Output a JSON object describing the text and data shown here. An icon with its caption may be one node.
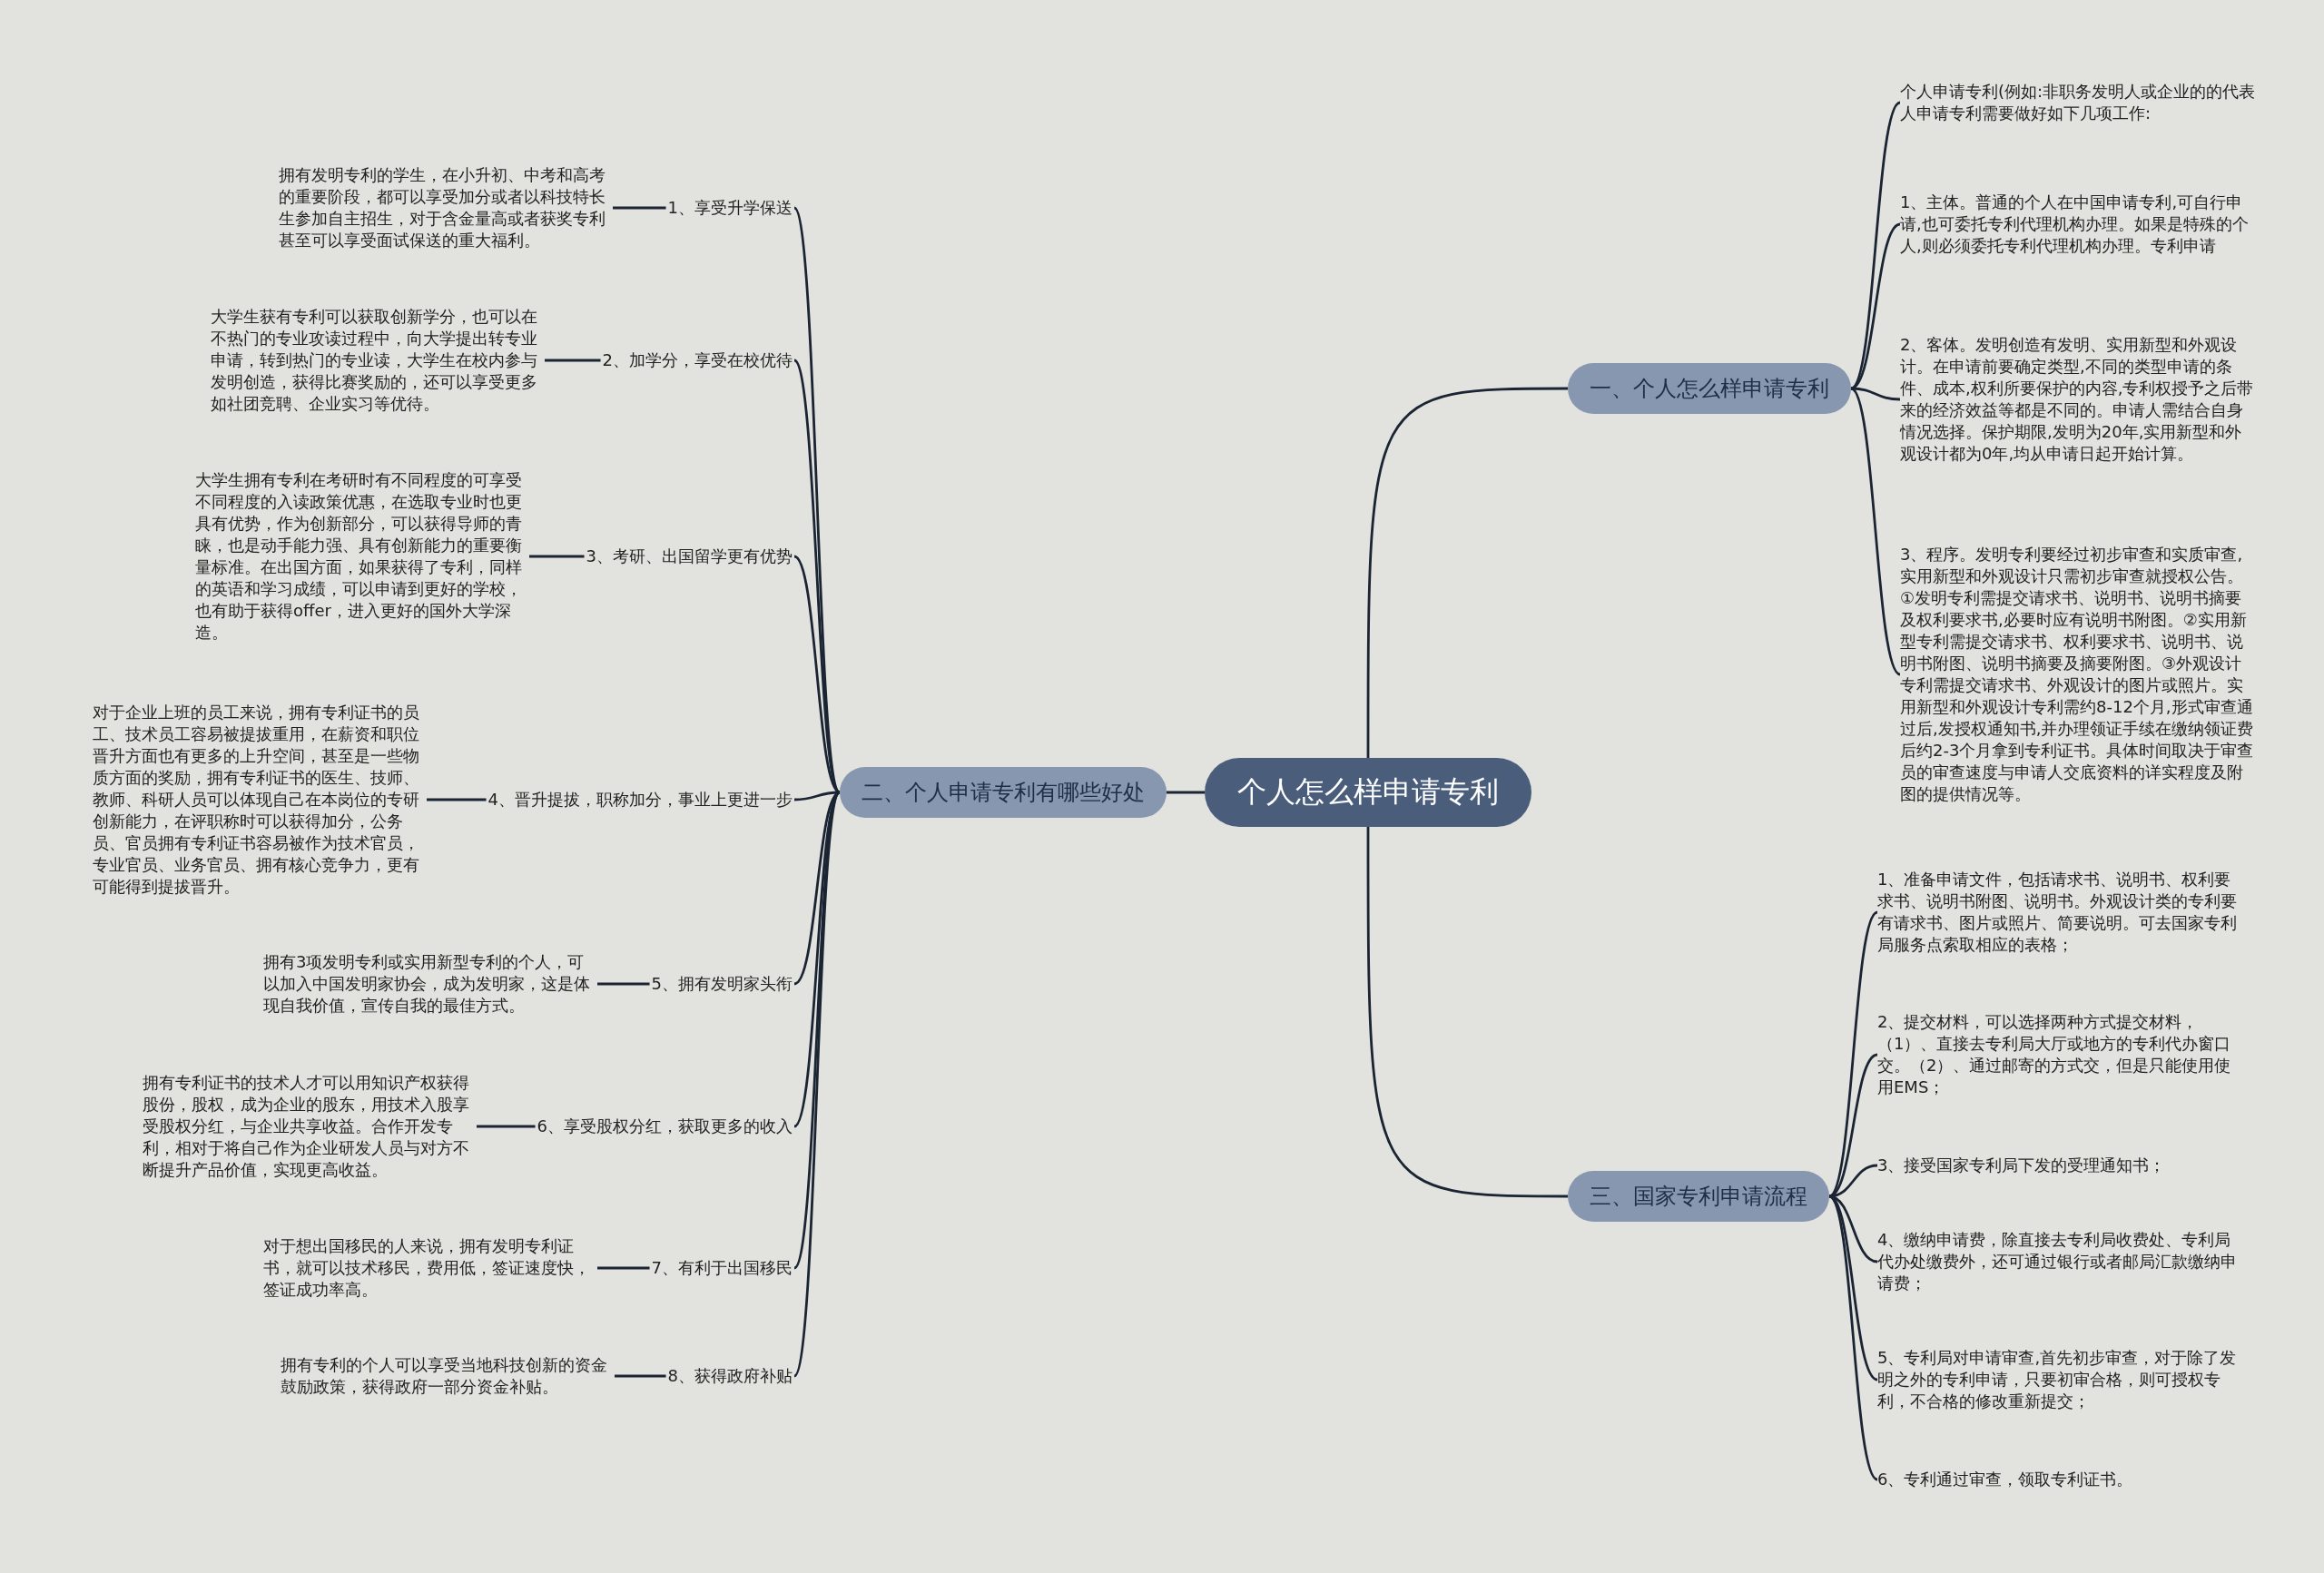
{
  "diagram": {
    "nodes": [
      {
        "text": [
          "个人怎么样申请专利"
        ]
      },
      {
        "text": [
          "一、个人怎么样申请专利"
        ]
      },
      {
        "text": [
          "个人申请专利(例如:非职务发明人或企业的的代表人申请专利需要做好如下几项工作:"
        ]
      },
      {
        "text": [
          "1、主体。普通的个人在中国申请专利,可自行申请,也可委托专利代理机构办理。如果是特殊的个人,则必须委托专利代理机构办理。专利申请"
        ]
      },
      {
        "text": [
          "2、客体。发明创造有发明、实用新型和外观设计。在申请前要确定类型,不同的类型申请的条件、成本,权利所要保护的内容,专利权授予之后带来的经济效益等都是不同的。申请人需结合自身情况选择。保护期限,发明为20年,实用新型和外观设计都为0年,均从申请日起开始计算。"
        ]
      },
      {
        "text": [
          "3、程序。发明专利要经过初步审查和实质审查,实用新型和外观设计只需初步审查就授权公告。①发明专利需提交请求书、说明书、说明书摘要及权利要求书,必要时应有说明书附图。②实用新型专利需提交请求书、权利要求书、说明书、说明书附图、说明书摘要及摘要附图。③外观设计专利需提交请求书、外观设计的图片或照片。实用新型和外观设计专利需约8-12个月,形式审查通过后,发授权通知书,并办理领证手续在缴纳领证费后约2-3个月拿到专利证书。具体时间取决于审查员的审查速度与申请人交底资料的详实程度及附图的提供情况等。"
        ]
      },
      {
        "text": [
          "三、国家专利申请流程"
        ]
      },
      {
        "text": [
          "1、准备申请文件，包括请求书、说明书、权利要求书、说明书附图、说明书。外观设计类的专利要有请求书、图片或照片、简要说明。可去国家专利局服务点索取相应的表格；"
        ]
      },
      {
        "text": [
          "2、提交材料，可以选择两种方式提交材料，（1）、直接去专利局大厅或地方的专利代办窗口交。（2）、通过邮寄的方式交，但是只能使用使用EMS；"
        ]
      },
      {
        "text": [
          "3、接受国家专利局下发的受理通知书；"
        ]
      },
      {
        "text": [
          "4、缴纳申请费，除直接去专利局收费处、专利局代办处缴费外，还可通过银行或者邮局汇款缴纳申请费；"
        ]
      },
      {
        "text": [
          "5、专利局对申请审查,首先初步审查，对于除了发明之外的专利申请，只要初审合格，则可授权专利，不合格的修改重新提交；"
        ]
      },
      {
        "text": [
          "6、专利通过审查，领取专利证书。"
        ]
      },
      {
        "text": [
          "二、个人申请专利有哪些好处"
        ]
      },
      {
        "text": [
          "1、享受升学保送"
        ]
      },
      {
        "text": [
          "拥有发明专利的学生，在小升初、中考和高考的重要阶段，都可以享受加分或者以科技特长生参加自主招生，对于含金量高或者获奖专利甚至可以享受面试保送的重大福利。"
        ]
      },
      {
        "text": [
          "2、加学分，享受在校优待"
        ]
      },
      {
        "text": [
          "大学生获有专利可以获取创新学分，也可以在不热门的专业攻读过程中，向大学提出转专业申请，转到热门的专业读，大学生在校内参与发明创造，获得比赛奖励的，还可以享受更多如社团竞聘、企业实习等优待。"
        ]
      },
      {
        "text": [
          "3、考研、出国留学更有优势"
        ]
      },
      {
        "text": [
          "大学生拥有专利在考研时有不同程度的可享受不同程度的入读政策优惠，在选取专业时也更具有优势，作为创新部分，可以获得导师的青睐，也是动手能力强、具有创新能力的重要衡量标准。在出国方面，如果获得了专利，同样的英语和学习成绩，可以申请到更好的学校，也有助于获得offer，进入更好的国外大学深造。"
        ]
      },
      {
        "text": [
          "4、晋升提拔，职称加分，事业上更进一步"
        ]
      },
      {
        "text": [
          "对于企业上班的员工来说，拥有专利证书的员工、技术员工容易被提拔重用，在薪资和职位晋升方面也有更多的上升空间，甚至是一些物质方面的奖励，拥有专利证书的医生、技师、教师、科研人员可以体现自己在本岗位的专研创新能力，在评职称时可以获得加分，公务员、官员拥有专利证书容易被作为技术官员，专业官员、业务官员、拥有核心竞争力，更有可能得到提拔晋升。"
        ]
      },
      {
        "text": [
          "5、拥有发明家头衔"
        ]
      },
      {
        "text": [
          "拥有3项发明专利或实用新型专利的个人，可以加入中国发明家协会，成为发明家，这是体现自我价值，宣传自我的最佳方式。"
        ]
      },
      {
        "text": [
          "6、享受股权分红，获取更多的收入"
        ]
      },
      {
        "text": [
          "拥有专利证书的技术人才可以用知识产权获得股份，股权，成为企业的股东，用技术入股享受股权分红，与企业共享收益。合作开发专利，相对于将自己作为企业研发人员与对方不断提升产品价值，实现更高收益。"
        ]
      },
      {
        "text": [
          "7、有利于出国移民"
        ]
      },
      {
        "text": [
          "对于想出国移民的人来说，拥有发明专利证书，就可以技术移民，费用低，签证速度快，签证成功率高。"
        ]
      },
      {
        "text": [
          "8、获得政府补贴"
        ]
      },
      {
        "text": [
          "拥有专利的个人可以享受当地科技创新的资金鼓励政策，获得政府一部分资金补贴。"
        ]
      }
    ],
    "edges": [
      {
        "from": 0,
        "to": 1,
        "arrow": "none"
      },
      {
        "from": 1,
        "to": 2,
        "arrow": "none"
      },
      {
        "from": 1,
        "to": 3,
        "arrow": "none"
      },
      {
        "from": 1,
        "to": 4,
        "arrow": "none"
      },
      {
        "from": 1,
        "to": 5,
        "arrow": "none"
      },
      {
        "from": 0,
        "to": 6,
        "arrow": "none"
      },
      {
        "from": 6,
        "to": 7,
        "arrow": "none"
      },
      {
        "from": 6,
        "to": 8,
        "arrow": "none"
      },
      {
        "from": 6,
        "to": 9,
        "arrow": "none"
      },
      {
        "from": 6,
        "to": 10,
        "arrow": "none"
      },
      {
        "from": 6,
        "to": 11,
        "arrow": "none"
      },
      {
        "from": 6,
        "to": 12,
        "arrow": "none"
      },
      {
        "from": 0,
        "to": 13,
        "arrow": "none"
      },
      {
        "from": 13,
        "to": 14,
        "arrow": "none"
      },
      {
        "from": 14,
        "to": 15,
        "arrow": "none"
      },
      {
        "from": 13,
        "to": 16,
        "arrow": "none"
      },
      {
        "from": 16,
        "to": 17,
        "arrow": "none"
      },
      {
        "from": 13,
        "to": 18,
        "arrow": "none"
      },
      {
        "from": 18,
        "to": 19,
        "arrow": "none"
      },
      {
        "from": 13,
        "to": 20,
        "arrow": "none"
      },
      {
        "from": 20,
        "to": 21,
        "arrow": "none"
      },
      {
        "from": 13,
        "to": 22,
        "arrow": "none"
      },
      {
        "from": 22,
        "to": 23,
        "arrow": "none"
      },
      {
        "from": 13,
        "to": 24,
        "arrow": "none"
      },
      {
        "from": 24,
        "to": 25,
        "arrow": "none"
      },
      {
        "from": 13,
        "to": 26,
        "arrow": "none"
      },
      {
        "from": 26,
        "to": 27,
        "arrow": "none"
      },
      {
        "from": 13,
        "to": 28,
        "arrow": "none"
      },
      {
        "from": 28,
        "to": 29,
        "arrow": "none"
      }
    ]
  }
}
